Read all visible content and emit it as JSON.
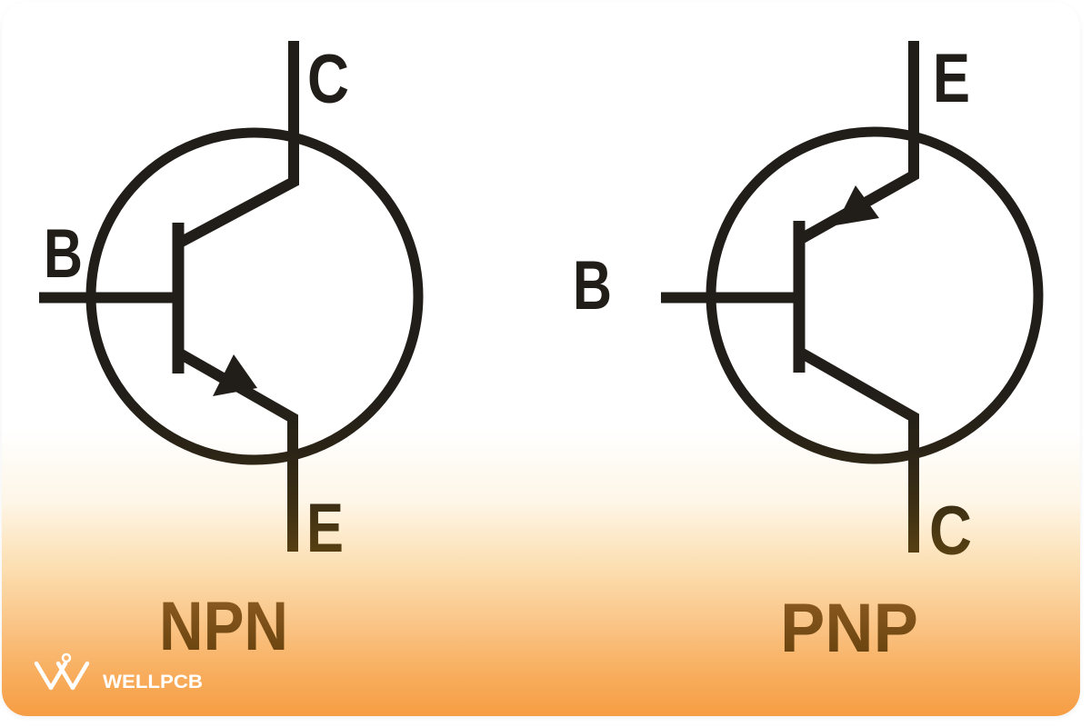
{
  "figure": {
    "left_symbol": {
      "type_label": "NPN",
      "collector": "C",
      "base": "B",
      "emitter": "E"
    },
    "right_symbol": {
      "type_label": "PNP",
      "emitter": "E",
      "base": "B",
      "collector": "C"
    }
  },
  "watermark": {
    "brand": "WELLPCB"
  },
  "colors": {
    "ink_black": "#211e1a",
    "ink_brown_fade": "#584012",
    "label_brown_top": "#8a5a20",
    "label_brown_bottom": "#6b440f",
    "card_orange_bottom": "#f69d44",
    "card_white_top": "#ffffff",
    "logo_white": "#ffffff"
  }
}
